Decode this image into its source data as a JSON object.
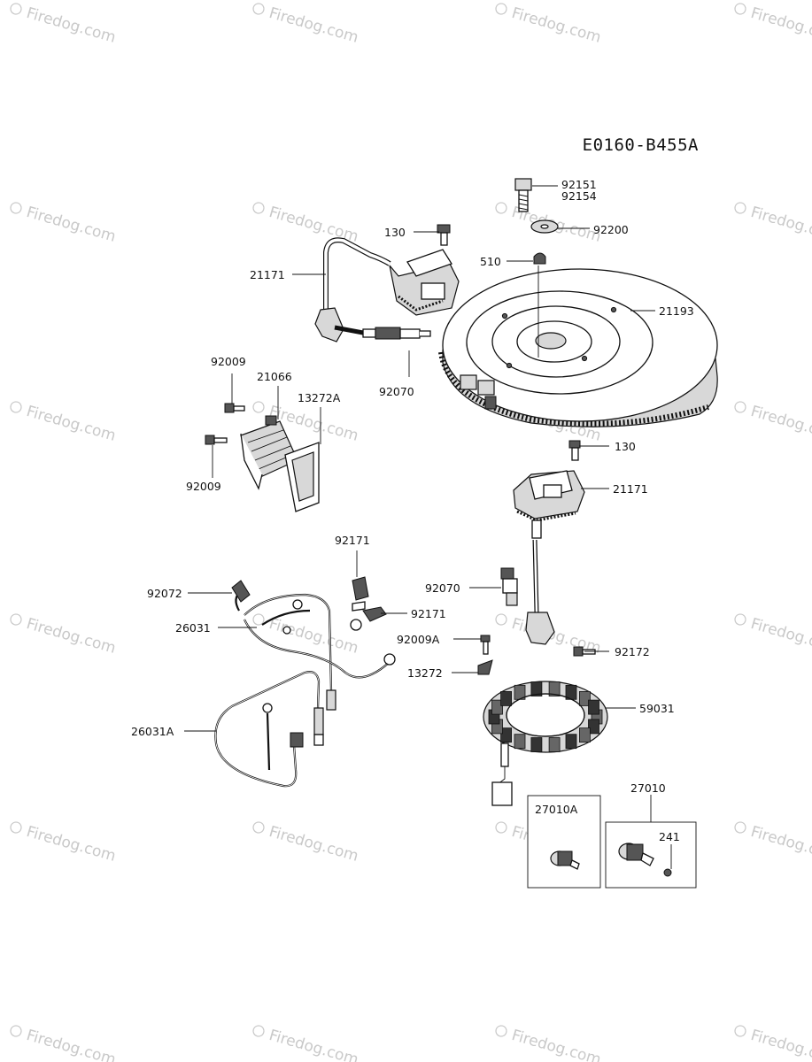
{
  "diagram_code": "E0160-B455A",
  "watermark": "Firedog.com",
  "watermark_symbol": "copyright-icon",
  "callouts": {
    "p92151": "92151",
    "p92154": "92154",
    "p130_top": "130",
    "p92200": "92200",
    "p510": "510",
    "p21171_top": "21171",
    "p21193": "21193",
    "p92009_top": "92009",
    "p21066": "21066",
    "p13272A": "13272A",
    "p92070_top": "92070",
    "p92009_bottom": "92009",
    "p130_mid": "130",
    "p21171_mid": "21171",
    "p92171_top": "92171",
    "p92072": "92072",
    "p92070_mid": "92070",
    "p92171_mid": "92171",
    "p26031": "26031",
    "p92009A": "92009A",
    "p92172": "92172",
    "p13272": "13272",
    "p59031": "59031",
    "p26031A": "26031A",
    "p27010": "27010",
    "p27010A": "27010A",
    "p241": "241"
  }
}
